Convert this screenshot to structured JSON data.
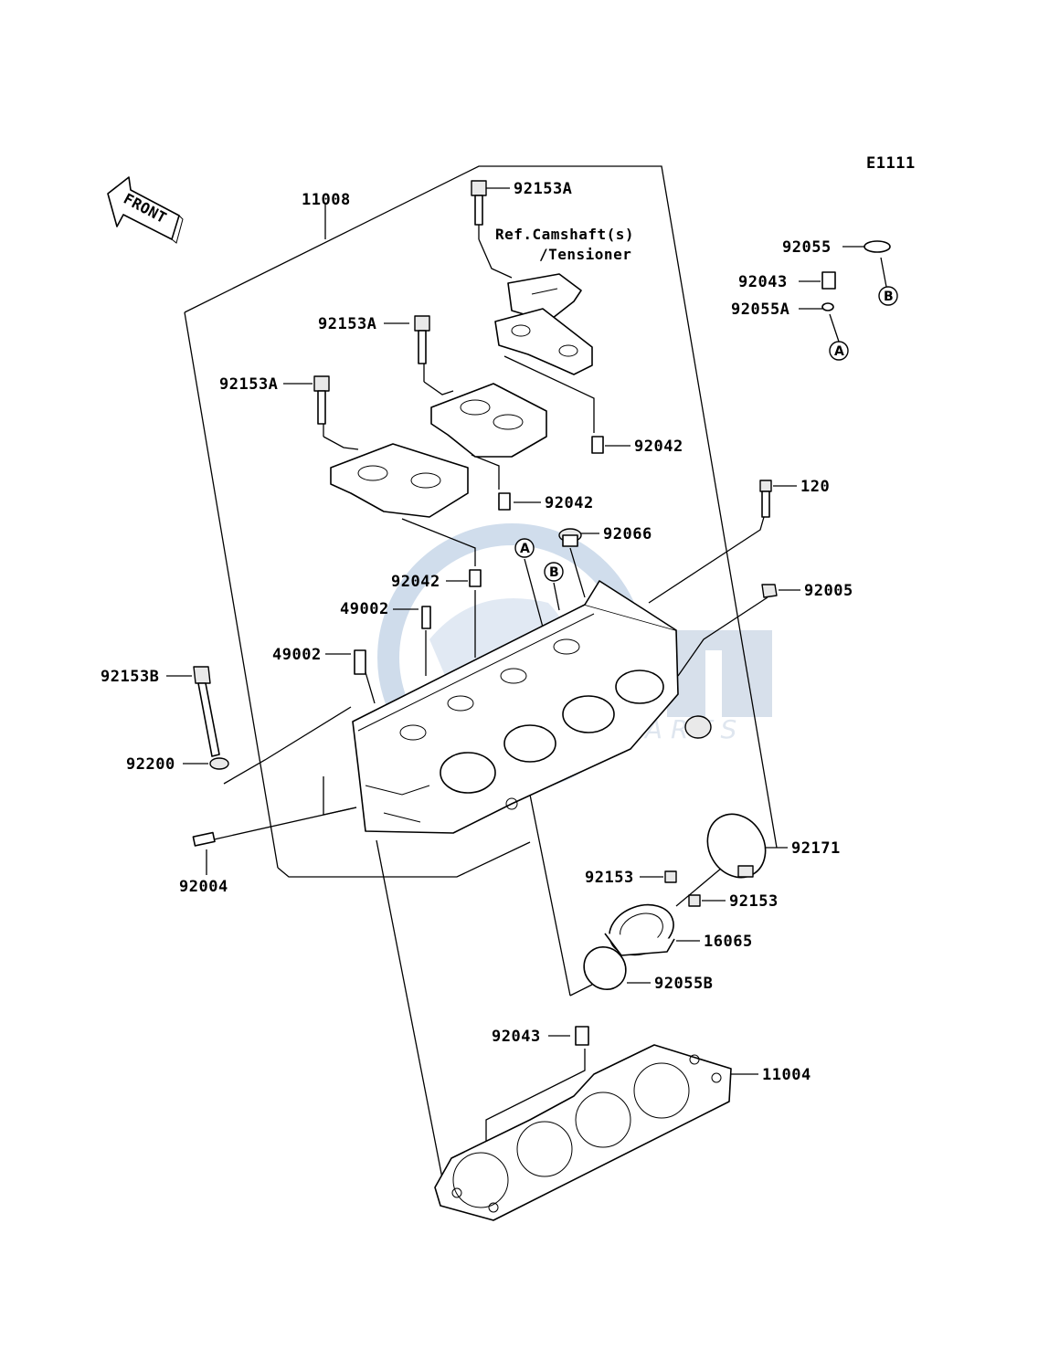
{
  "diagram_code": "E1111",
  "front_label": "FRONT",
  "callouts": {
    "ref_camshaft_line1": "Ref.Camshaft(s)",
    "ref_camshaft_line2": "/Tensioner",
    "circle_a": "A",
    "circle_b": "B"
  },
  "watermark": {
    "big": "sm",
    "small": "MOTOPARTS"
  },
  "part_numbers": {
    "p11008": "11008",
    "p92153A_top": "92153A",
    "p92153A_mid": "92153A",
    "p92153A_left": "92153A",
    "p92055": "92055",
    "p92043_top": "92043",
    "p92055A": "92055A",
    "p92042_right": "92042",
    "p92042_mid": "92042",
    "p92042_left": "92042",
    "p120": "120",
    "p92066": "92066",
    "p92005": "92005",
    "p49002_a": "49002",
    "p49002_b": "49002",
    "p92153B": "92153B",
    "p92200": "92200",
    "p92004": "92004",
    "p92171": "92171",
    "p92153_a": "92153",
    "p92153_b": "92153",
    "p16065": "16065",
    "p92055B": "92055B",
    "p92043_bottom": "92043",
    "p11004": "11004"
  }
}
